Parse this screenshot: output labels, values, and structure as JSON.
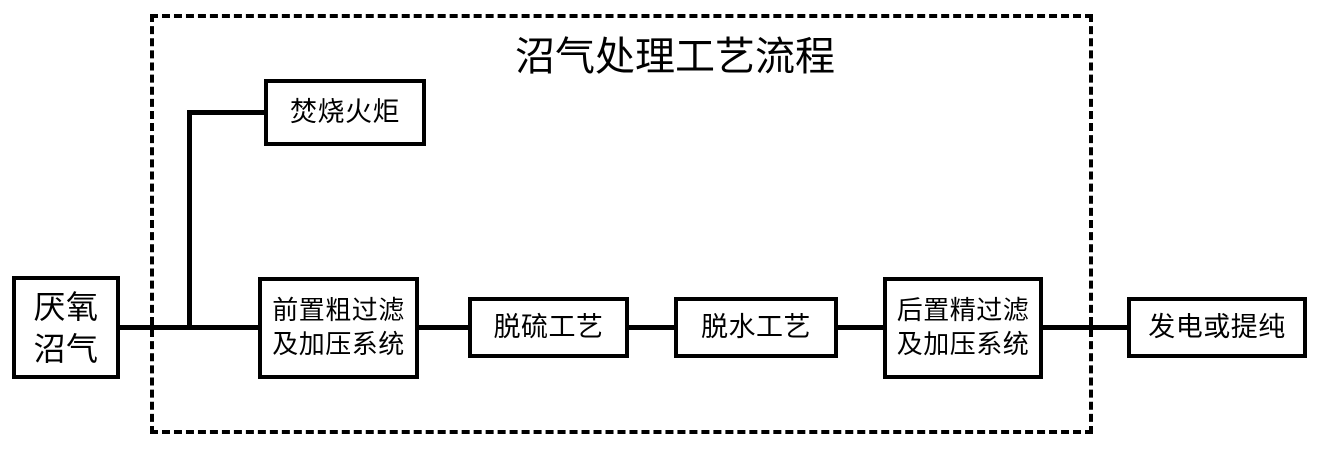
{
  "diagram": {
    "title": "沼气处理工艺流程",
    "enclosure_label": "process-boundary",
    "line_color": "#000000",
    "background_color": "#ffffff"
  },
  "nodes": [
    {
      "id": "source",
      "label": "厌氧\n沼气",
      "name": "node-anaerobic-biogas"
    },
    {
      "id": "flare",
      "label": "焚烧火炬",
      "name": "node-incineration-flare"
    },
    {
      "id": "prefilter",
      "label": "前置粗过滤\n及加压系统",
      "name": "node-pre-coarse-filter-and-pressurization"
    },
    {
      "id": "desulf",
      "label": "脱硫工艺",
      "name": "node-desulfurization-process"
    },
    {
      "id": "dehydrate",
      "label": "脱水工艺",
      "name": "node-dehydration-process"
    },
    {
      "id": "postfilter",
      "label": "后置精过滤\n及加压系统",
      "name": "node-post-fine-filter-and-pressurization"
    },
    {
      "id": "output",
      "label": "发电或提纯",
      "name": "node-power-generation-or-purification"
    }
  ],
  "connectors": [
    {
      "id": "source-branch",
      "from": "source",
      "to": "branch-point"
    },
    {
      "id": "branch-riser",
      "from": "branch-point",
      "to": "flare-level"
    },
    {
      "id": "branch-to-flare",
      "from": "flare-level",
      "to": "flare"
    },
    {
      "id": "prefilter-desulf",
      "from": "prefilter",
      "to": "desulf"
    },
    {
      "id": "desulf-dehydrate",
      "from": "desulf",
      "to": "dehydrate"
    },
    {
      "id": "dehydrate-post",
      "from": "dehydrate",
      "to": "postfilter"
    },
    {
      "id": "post-output",
      "from": "postfilter",
      "to": "output"
    }
  ]
}
